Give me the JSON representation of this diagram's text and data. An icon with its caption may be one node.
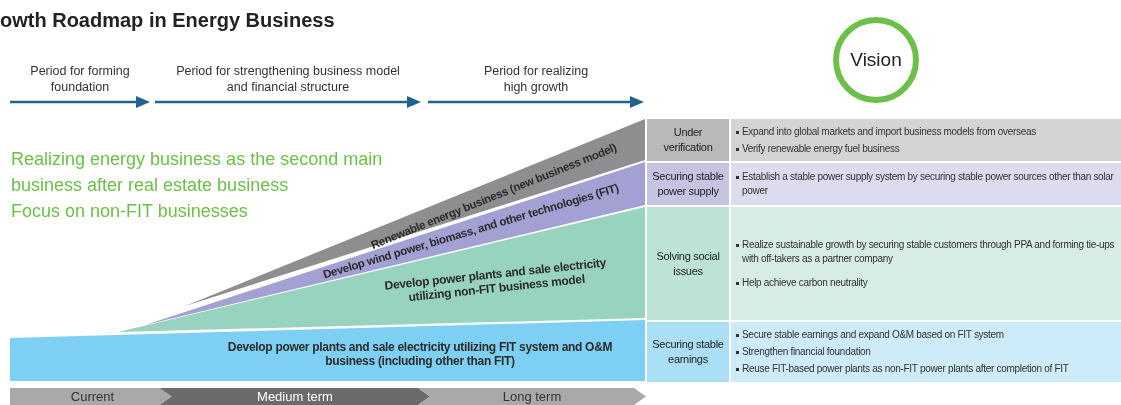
{
  "diagram": {
    "title": "owth Roadmap in Energy Business",
    "nodes": [
      {
        "text": [
          "Vision"
        ]
      },
      {
        "text": [
          "Renewable energy business (new business model)"
        ]
      },
      {
        "text": [
          "Develop wind power, biomass, and other technologies (FIT)"
        ]
      },
      {
        "text": [
          "Develop power plants and sale electricity utilizing non-FIT business model"
        ]
      },
      {
        "text": [
          "Develop power plants and sale electricity utilizing FIT system and O&M business (including other than FIT)"
        ]
      },
      {
        "text": [
          "Under verification"
        ]
      },
      {
        "text": [
          "Expand into global markets and import business models from overseas",
          "Verify renewable energy fuel business"
        ]
      },
      {
        "text": [
          "Securing stable power supply"
        ]
      },
      {
        "text": [
          "Establish a stable power supply system by securing stable power sources other than solar power"
        ]
      },
      {
        "text": [
          "Solving social issues"
        ]
      },
      {
        "text": [
          "Realize sustainable growth by securing stable customers through PPA and forming tie-ups with off-takers as a partner company",
          "Help achieve carbon neutrality"
        ]
      },
      {
        "text": [
          "Securing stable earnings"
        ]
      },
      {
        "text": [
          "Secure stable earnings and expand O&M based on FIT system",
          "Strengthen financial foundation",
          "Reuse FIT-based power plants as non-FIT power plants after completion of FIT"
        ]
      },
      {
        "text": [
          "Current"
        ]
      },
      {
        "text": [
          "Medium term"
        ]
      },
      {
        "text": [
          "Long term"
        ]
      }
    ],
    "labels": [
      "Period for forming foundation",
      "Period for strengthening business model and financial structure",
      "Period for realizing high growth",
      "Realizing energy business as the second main business after real estate business",
      "Focus on non-FIT businesses"
    ]
  }
}
